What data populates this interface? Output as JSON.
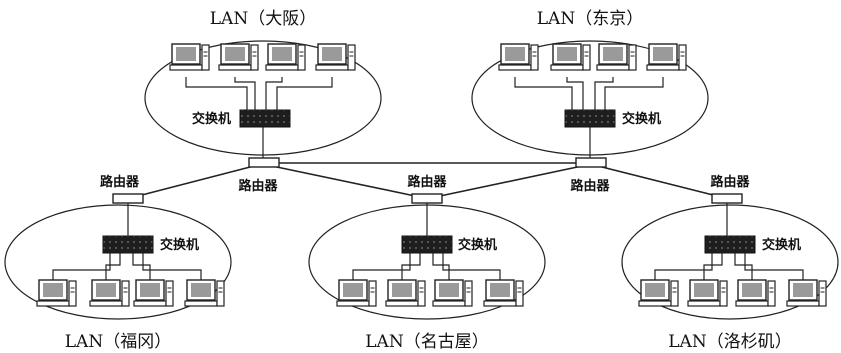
{
  "diagram": {
    "type": "network-topology",
    "colors": {
      "ink": "#222222",
      "switch": "#1e1e1e",
      "screen": "#9a9a9a",
      "background": "#ffffff"
    },
    "icons": [
      "computer-icon",
      "switch-icon",
      "router-icon"
    ],
    "lans": [
      {
        "id": "osaka",
        "title": "LAN（大阪）",
        "switch_label": "交换机",
        "computers": 4
      },
      {
        "id": "tokyo",
        "title": "LAN（东京）",
        "switch_label": "交换机",
        "computers": 4
      },
      {
        "id": "fukuoka",
        "title": "LAN（福冈）",
        "switch_label": "交换机",
        "computers": 4
      },
      {
        "id": "nagoya",
        "title": "LAN（名古屋）",
        "switch_label": "交换机",
        "computers": 4
      },
      {
        "id": "losangeles",
        "title": "LAN（洛杉矶）",
        "switch_label": "交换机",
        "computers": 4
      }
    ],
    "routers": [
      {
        "id": "r-osaka",
        "label": "路由器"
      },
      {
        "id": "r-tokyo",
        "label": "路由器"
      },
      {
        "id": "r-fukuoka",
        "label": "路由器"
      },
      {
        "id": "r-nagoya",
        "label": "路由器"
      },
      {
        "id": "r-la",
        "label": "路由器"
      }
    ],
    "links": [
      [
        "r-osaka",
        "r-tokyo"
      ],
      [
        "r-osaka",
        "r-fukuoka"
      ],
      [
        "r-osaka",
        "r-nagoya"
      ],
      [
        "r-tokyo",
        "r-nagoya"
      ],
      [
        "r-tokyo",
        "r-la"
      ]
    ]
  }
}
